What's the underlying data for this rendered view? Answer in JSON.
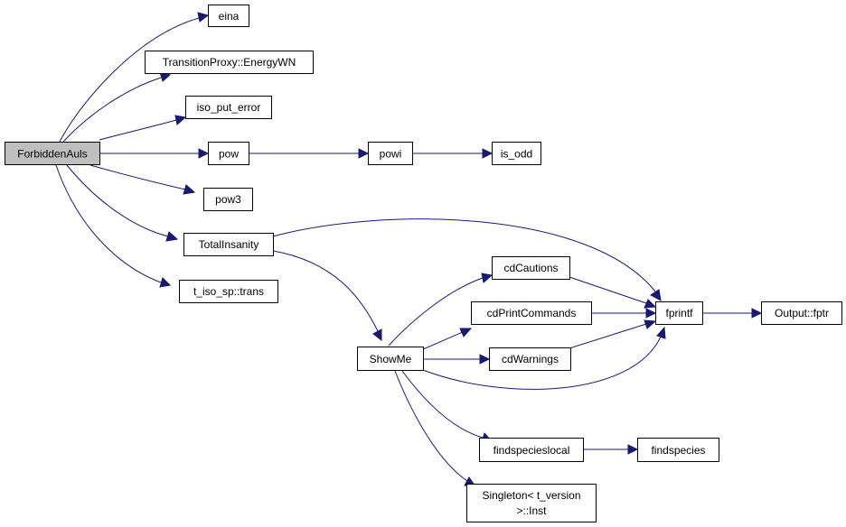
{
  "nodes": {
    "root": "ForbiddenAuls",
    "eina": "eina",
    "energywn": "TransitionProxy::EnergyWN",
    "iso_put_error": "iso_put_error",
    "pow": "pow",
    "powi": "powi",
    "is_odd": "is_odd",
    "pow3": "pow3",
    "totalinsanity": "TotalInsanity",
    "trans": "t_iso_sp::trans",
    "cdcautions": "cdCautions",
    "cdprintcommands": "cdPrintCommands",
    "cdwarnings": "cdWarnings",
    "fprintf": "fprintf",
    "output_fptr": "Output::fptr",
    "showme": "ShowMe",
    "findspecieslocal": "findspecieslocal",
    "findspecies": "findspecies",
    "singleton_line1": "Singleton< t_version",
    "singleton_line2": ">::Inst"
  },
  "colors": {
    "edge": "#191970",
    "root_fill": "#bfbfbf",
    "node_fill": "#ffffff"
  }
}
